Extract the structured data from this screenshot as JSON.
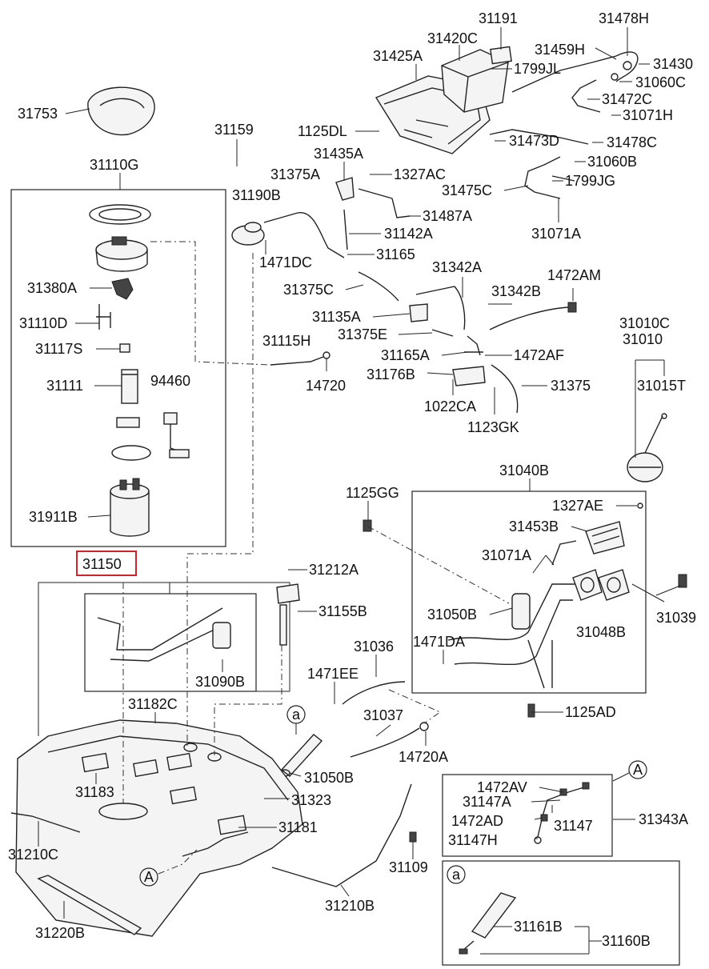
{
  "labels": {
    "l31191": "31191",
    "l31478H": "31478H",
    "l31420C": "31420C",
    "l31459H": "31459H",
    "l31425A": "31425A",
    "l31430": "31430",
    "l1799JL": "1799JL",
    "l31060C": "31060C",
    "l31753": "31753",
    "l31472C": "31472C",
    "l31159": "31159",
    "l31071H": "31071H",
    "l1125DL": "1125DL",
    "l31473D": "31473D",
    "l31478C": "31478C",
    "l31435A": "31435A",
    "l31110G": "31110G",
    "l31060B": "31060B",
    "l31375A": "31375A",
    "l1327AC": "1327AC",
    "l1799JG": "1799JG",
    "l31190B": "31190B",
    "l31475C": "31475C",
    "l31487A": "31487A",
    "l31142A": "31142A",
    "l31071A_top": "31071A",
    "l31165": "31165",
    "l1471DC": "1471DC",
    "l31380A": "31380A",
    "l31342A": "31342A",
    "l1472AM": "1472AM",
    "l31375C": "31375C",
    "l31342B": "31342B",
    "l31135A": "31135A",
    "l31110D": "31110D",
    "l31010C": "31010C",
    "l31375E": "31375E",
    "l31010": "31010",
    "l31115H": "31115H",
    "l31117S": "31117S",
    "l31165A": "31165A",
    "l1472AF": "1472AF",
    "l94460": "94460",
    "l31111": "31111",
    "l31176B": "31176B",
    "l14720": "14720",
    "l31375": "31375",
    "l31015T": "31015T",
    "l1022CA": "1022CA",
    "l1123GK": "1123GK",
    "l31040B": "31040B",
    "l1125GG": "1125GG",
    "l1327AE": "1327AE",
    "l31911B": "31911B",
    "l31453B": "31453B",
    "l31150": "31150",
    "l31071A_mid": "31071A",
    "l31212A": "31212A",
    "l31155B": "31155B",
    "l31039": "31039",
    "l31050B_top": "31050B",
    "l31048B": "31048B",
    "l31036": "31036",
    "l1471DA": "1471DA",
    "l1471EE": "1471EE",
    "l31090B": "31090B",
    "l31182C": "31182C",
    "l1125AD": "1125AD",
    "l31037": "31037",
    "l14720A": "14720A",
    "l31050B_bot": "31050B",
    "l31183": "31183",
    "l1472AV": "1472AV",
    "l31323": "31323",
    "l31147A": "31147A",
    "l31343A": "31343A",
    "l1472AD": "1472AD",
    "l31147": "31147",
    "l31181": "31181",
    "l31210C": "31210C",
    "l31147H": "31147H",
    "l31109": "31109",
    "l31210B": "31210B",
    "l31161B": "31161B",
    "l31160B": "31160B",
    "l31220B": "31220B"
  },
  "markers": {
    "a_main": "a",
    "a_inset": "a",
    "A_main": "A",
    "A_inset": "A"
  },
  "colors": {
    "highlight": "#d2232a",
    "line": "#222222"
  }
}
